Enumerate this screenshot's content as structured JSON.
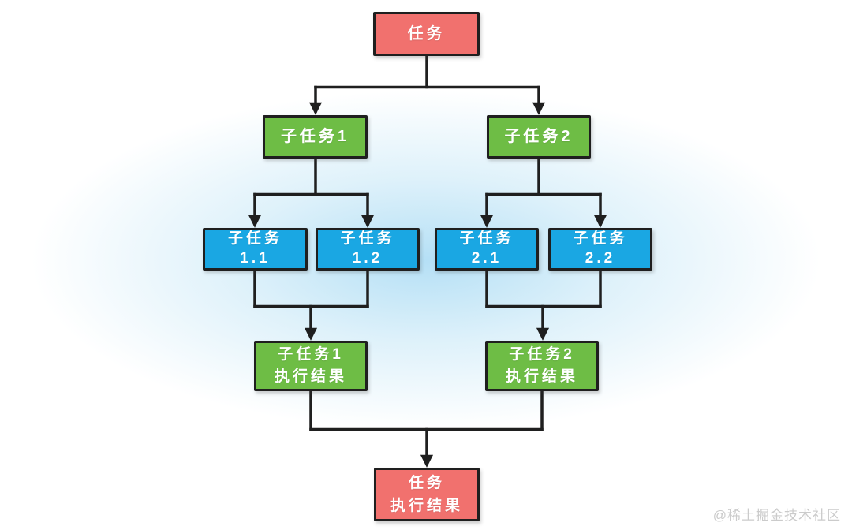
{
  "diagram": {
    "nodes": {
      "task": {
        "label": "任务"
      },
      "subtask1": {
        "label": "子任务1"
      },
      "subtask2": {
        "label": "子任务2"
      },
      "subtask11": {
        "label": "子任务\n1.1"
      },
      "subtask12": {
        "label": "子任务\n1.2"
      },
      "subtask21": {
        "label": "子任务\n2.1"
      },
      "subtask22": {
        "label": "子任务\n2.2"
      },
      "result1": {
        "label": "子任务1\n执行结果"
      },
      "result2": {
        "label": "子任务2\n执行结果"
      },
      "result": {
        "label": "任务\n执行结果"
      }
    },
    "colors": {
      "task_node": "#F1716E",
      "subtask_node": "#6EBD45",
      "leaf_node": "#1AA7E3",
      "edge": "#1F1F1F",
      "background_glow": "#C9E7F6"
    }
  },
  "watermark": {
    "text": "@稀土掘金技术社区",
    "color": "#CBCBCB"
  }
}
